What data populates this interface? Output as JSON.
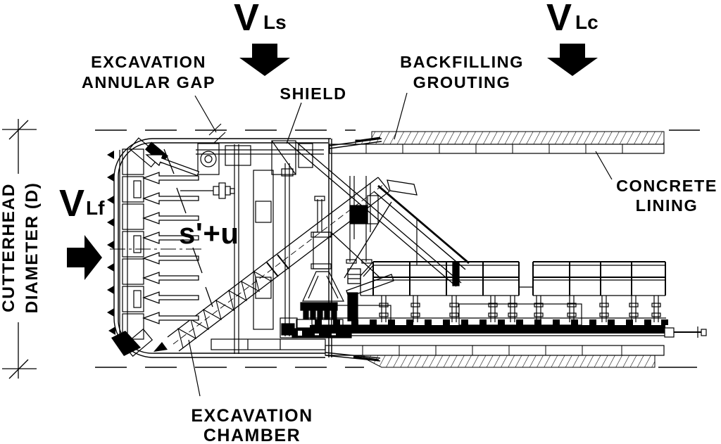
{
  "diagram": {
    "labels": {
      "vls": {
        "symbol": "V",
        "subscript": "Ls"
      },
      "vlc": {
        "symbol": "V",
        "subscript": "Lc"
      },
      "vlf": {
        "symbol": "V",
        "subscript": "Lf"
      },
      "annular_gap": {
        "line1": "EXCAVATION",
        "line2": "ANNULAR GAP"
      },
      "shield": "SHIELD",
      "grouting": {
        "line1": "BACKFILLING",
        "line2": "GROUTING"
      },
      "lining": {
        "line1": "CONCRETE",
        "line2": "LINING"
      },
      "cutterhead_dim": {
        "line1": "CUTTERHEAD",
        "line2": "DIAMETER (D)"
      },
      "face_pressure": "s'+u",
      "chamber": {
        "line1": "EXCAVATION",
        "line2": "CHAMBER"
      }
    },
    "colors": {
      "ink": "#000000",
      "background": "#ffffff"
    }
  }
}
